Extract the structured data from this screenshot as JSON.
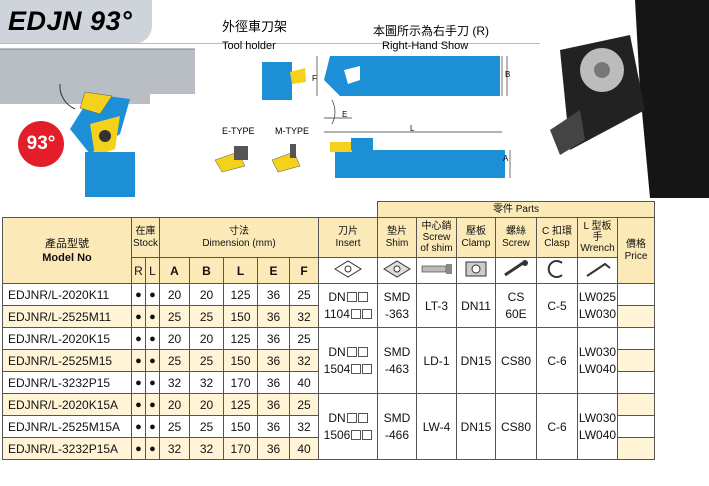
{
  "title": "EDJN 93°",
  "angle_badge": "93°",
  "header": {
    "holder_cn": "外徑車刀架",
    "holder_en": "Tool holder",
    "hand_cn": "本圖所示為右手刀 (R)",
    "hand_en": "Right-Hand Show",
    "etype": "E-TYPE",
    "mtype": "M-TYPE"
  },
  "dims": {
    "F": "F",
    "B": "B",
    "E": "E",
    "L": "L",
    "A": "A"
  },
  "colors": {
    "blue": "#1c8fd6",
    "yellow": "#f4d11a",
    "red": "#e41d2a",
    "header_bg": "#fbe9b7",
    "row_bg": "#fff5d6"
  },
  "table": {
    "parts_label": "零件 Parts",
    "model_cn": "產品型號",
    "model_en": "Model No",
    "stock_cn": "在庫",
    "stock_en": "Stock",
    "dim_cn": "寸法",
    "dim_en": "Dimension (mm)",
    "insert_cn": "刀片",
    "insert_en": "Insert",
    "shim_cn": "墊片",
    "shim_en": "Shim",
    "screw_shim_cn": "中心銷",
    "screw_shim_en1": "Screw",
    "screw_shim_en2": "of shim",
    "clamp_cn": "壓板",
    "clamp_en": "Clamp",
    "screw_cn": "螺絲",
    "screw_en": "Screw",
    "clasp_cn": "C 扣環",
    "clasp_en": "Clasp",
    "wrench_cn1": "L 型板",
    "wrench_cn2": "手",
    "wrench_en": "Wrench",
    "price_cn": "價格",
    "price_en": "Price",
    "cols": [
      "R",
      "L",
      "A",
      "B",
      "L",
      "E",
      "F"
    ],
    "dot": "●",
    "rows": [
      {
        "model": "EDJNR/L-2020K11",
        "A": "20",
        "B": "20",
        "L": "125",
        "E": "36",
        "F": "25"
      },
      {
        "model": "EDJNR/L-2525M11",
        "A": "25",
        "B": "25",
        "L": "150",
        "E": "36",
        "F": "32"
      },
      {
        "model": "EDJNR/L-2020K15",
        "A": "20",
        "B": "20",
        "L": "125",
        "E": "36",
        "F": "25"
      },
      {
        "model": "EDJNR/L-2525M15",
        "A": "25",
        "B": "25",
        "L": "150",
        "E": "36",
        "F": "32"
      },
      {
        "model": "EDJNR/L-3232P15",
        "A": "32",
        "B": "32",
        "L": "170",
        "E": "36",
        "F": "40"
      },
      {
        "model": "EDJNR/L-2020K15A",
        "A": "20",
        "B": "20",
        "L": "125",
        "E": "36",
        "F": "25"
      },
      {
        "model": "EDJNR/L-2525M15A",
        "A": "25",
        "B": "25",
        "L": "150",
        "E": "36",
        "F": "32"
      },
      {
        "model": "EDJNR/L-3232P15A",
        "A": "32",
        "B": "32",
        "L": "170",
        "E": "36",
        "F": "40"
      }
    ],
    "groups": [
      {
        "insert1": "DN",
        "insert2": "1104",
        "shim1": "SMD",
        "shim2": "-363",
        "screw_shim": "LT-3",
        "clamp": "DN11",
        "screw1": "CS",
        "screw2": "60E",
        "clasp": "C-5",
        "wrench1": "LW025",
        "wrench2": "LW030"
      },
      {
        "insert1": "DN",
        "insert2": "1504",
        "shim1": "SMD",
        "shim2": "-463",
        "screw_shim": "LD-1",
        "clamp": "DN15",
        "screw1": "CS80",
        "screw2": "",
        "clasp": "C-6",
        "wrench1": "LW030",
        "wrench2": "LW040"
      },
      {
        "insert1": "DN",
        "insert2": "1506",
        "shim1": "SMD",
        "shim2": "-466",
        "screw_shim": "LW-4",
        "clamp": "DN15",
        "screw1": "CS80",
        "screw2": "",
        "clasp": "C-6",
        "wrench1": "LW030",
        "wrench2": "LW040"
      }
    ]
  }
}
